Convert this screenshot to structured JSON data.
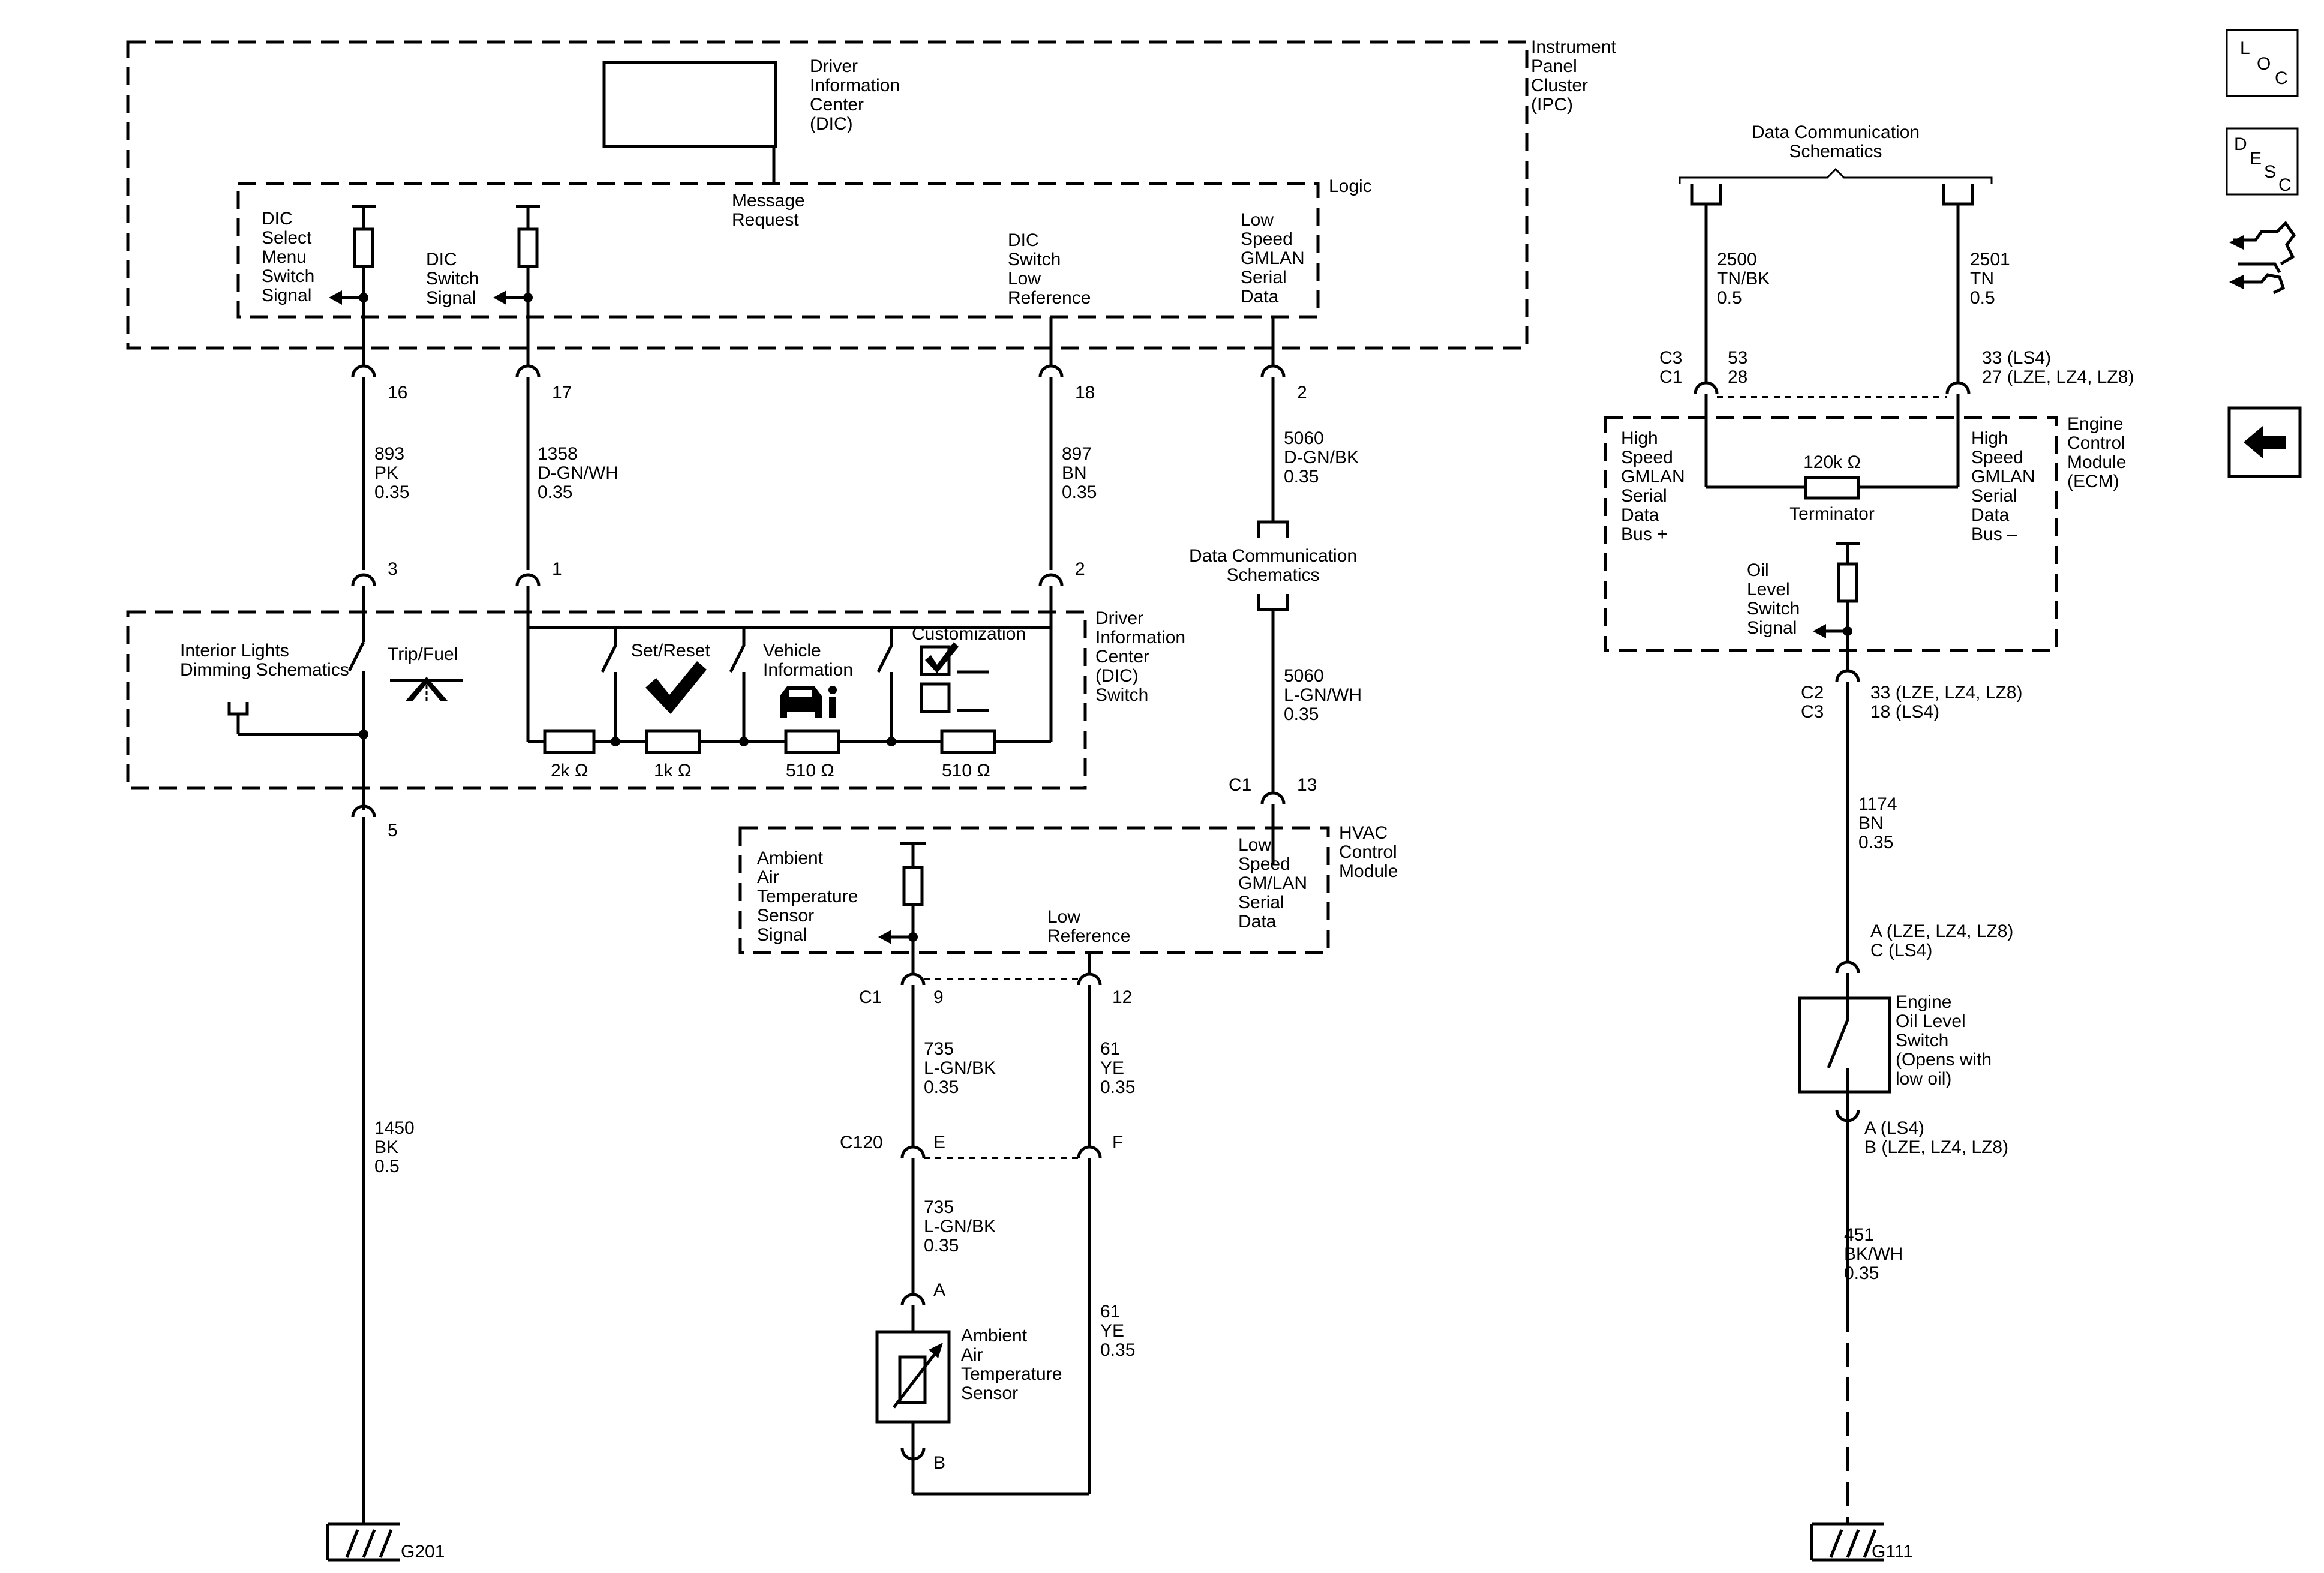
{
  "ipc": {
    "title": [
      "Instrument",
      "Panel",
      "Cluster",
      "(IPC)"
    ],
    "dic_display": [
      "Driver",
      "Information",
      "Center",
      "(DIC)"
    ],
    "message_request": [
      "Message",
      "Request"
    ],
    "logic": "Logic",
    "sig_select": [
      "DIC",
      "Select",
      "Menu",
      "Switch",
      "Signal"
    ],
    "sig_switch": [
      "DIC",
      "Switch",
      "Signal"
    ],
    "sig_lowref": [
      "DIC",
      "Switch",
      "Low",
      "Reference"
    ],
    "sig_gmlan": [
      "Low",
      "Speed",
      "GMLAN",
      "Serial",
      "Data"
    ]
  },
  "pins": {
    "p16": "16",
    "p17": "17",
    "p18": "18",
    "p2": "2",
    "p3": "3",
    "p1": "1",
    "p2b": "2",
    "p5": "5",
    "p13": "13",
    "c1_top": "C1",
    "p9": "9",
    "p12": "12",
    "c1_hvac": "C1",
    "c120": "C120",
    "pE": "E",
    "pF": "F",
    "pA": "A",
    "pB": "B"
  },
  "wires": {
    "w893": [
      "893",
      "PK",
      "0.35"
    ],
    "w1358": [
      "1358",
      "D-GN/WH",
      "0.35"
    ],
    "w897": [
      "897",
      "BN",
      "0.35"
    ],
    "w5060a": [
      "5060",
      "D-GN/BK",
      "0.35"
    ],
    "w5060b": [
      "5060",
      "L-GN/WH",
      "0.35"
    ],
    "w1450": [
      "1450",
      "BK",
      "0.5"
    ],
    "w735a": [
      "735",
      "L-GN/BK",
      "0.35"
    ],
    "w61a": [
      "61",
      "YE",
      "0.35"
    ],
    "w735b": [
      "735",
      "L-GN/BK",
      "0.35"
    ],
    "w61b": [
      "61",
      "YE",
      "0.35"
    ],
    "w2500": [
      "2500",
      "TN/BK",
      "0.5"
    ],
    "w2501": [
      "2501",
      "TN",
      "0.5"
    ],
    "w1174": [
      "1174",
      "BN",
      "0.35"
    ],
    "w451": [
      "451",
      "BK/WH",
      "0.35"
    ]
  },
  "dic_switch": {
    "title": [
      "Driver",
      "Information",
      "Center",
      "(DIC)",
      "Switch"
    ],
    "interior_lights": [
      "Interior Lights",
      "Dimming Schematics"
    ],
    "trip_fuel": "Trip/Fuel",
    "set_reset": "Set/Reset",
    "vehicle_info": [
      "Vehicle",
      "Information"
    ],
    "customization": "Customization",
    "r1": "2k Ω",
    "r2": "1k Ω",
    "r3": "510 Ω",
    "r4": "510 Ω"
  },
  "data_comm_mid": [
    "Data Communication",
    "Schematics"
  ],
  "hvac": {
    "title": [
      "HVAC",
      "Control",
      "Module"
    ],
    "sensor_signal": [
      "Ambient",
      "Air",
      "Temperature",
      "Sensor",
      "Signal"
    ],
    "low_reference": [
      "Low",
      "Reference"
    ],
    "gmlan": [
      "Low",
      "Speed",
      "GM/LAN",
      "Serial",
      "Data"
    ]
  },
  "ambient_sensor": [
    "Ambient",
    "Air",
    "Temperature",
    "Sensor"
  ],
  "grounds": {
    "g201": "G201",
    "g111": "G111"
  },
  "ecm": {
    "data_comm": [
      "Data Communication",
      "Schematics"
    ],
    "c3c1": [
      "C3",
      "C1"
    ],
    "pins_left": [
      "53",
      "28"
    ],
    "pins_right": [
      "33 (LS4)",
      "27 (LZE, LZ4, LZ8)"
    ],
    "title": [
      "Engine",
      "Control",
      "Module",
      "(ECM)"
    ],
    "hs_plus": [
      "High",
      "Speed",
      "GMLAN",
      "Serial",
      "Data",
      "Bus +"
    ],
    "hs_minus": [
      "High",
      "Speed",
      "GMLAN",
      "Serial",
      "Data",
      "Bus –"
    ],
    "resistor": "120k Ω",
    "terminator": "Terminator",
    "oil_signal": [
      "Oil",
      "Level",
      "Switch",
      "Signal"
    ],
    "c2c3": [
      "C2",
      "C3"
    ],
    "c2c3_pins": [
      "33 (LZE, LZ4, LZ8)",
      "18 (LS4)"
    ],
    "switch_top_pins": [
      "A (LZE, LZ4, LZ8)",
      "C (LS4)"
    ],
    "oil_switch": [
      "Engine",
      "Oil Level",
      "Switch",
      "(Opens with",
      "low oil)"
    ],
    "switch_bottom_pins": [
      "A (LS4)",
      "B (LZE, LZ4, LZ8)"
    ]
  },
  "side_icons": {
    "loc": [
      "L",
      "O",
      "C"
    ],
    "desc": [
      "D",
      "E",
      "S",
      "C"
    ],
    "connector_view_icon": "connector-end-view-icon",
    "back_icon": "back-arrow-icon"
  }
}
